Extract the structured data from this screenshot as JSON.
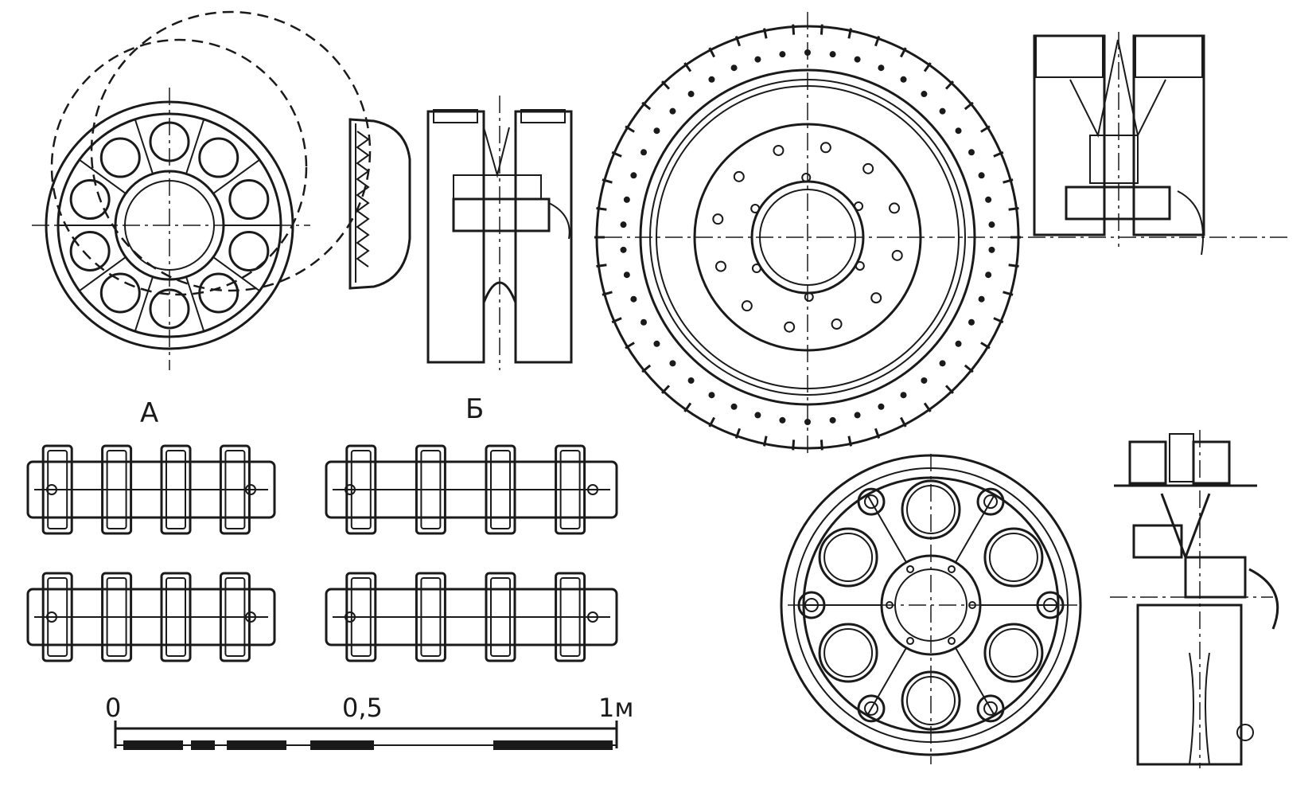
{
  "labels": {
    "view_a": "А",
    "view_b": "Б"
  },
  "scale": {
    "start": "0",
    "mid": "0,5",
    "end": "1м"
  },
  "colors": {
    "ink": "#1a1a1a",
    "paper": "#ffffff"
  }
}
